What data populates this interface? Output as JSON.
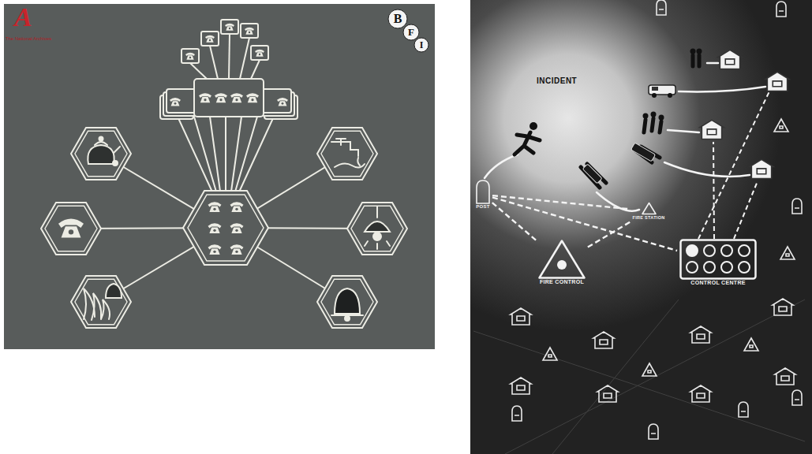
{
  "diagram": {
    "nodes": [
      {
        "text": [
          "POST"
        ]
      },
      {
        "text": [
          "FIRE STATION"
        ]
      },
      {
        "text": [
          "FIRE CONTROL"
        ]
      },
      {
        "text": [
          "CONTROL CENTRE"
        ]
      }
    ],
    "edges": [
      {
        "from": 0,
        "to": 2,
        "arrow": "none"
      },
      {
        "from": 0,
        "to": 3,
        "arrow": "none"
      },
      {
        "from": 0,
        "to": 1,
        "arrow": "none"
      },
      {
        "from": 2,
        "to": 1,
        "arrow": "none"
      }
    ],
    "labels": [
      "A",
      "The National Archives",
      "B",
      "F",
      "I",
      "INCIDENT"
    ]
  }
}
